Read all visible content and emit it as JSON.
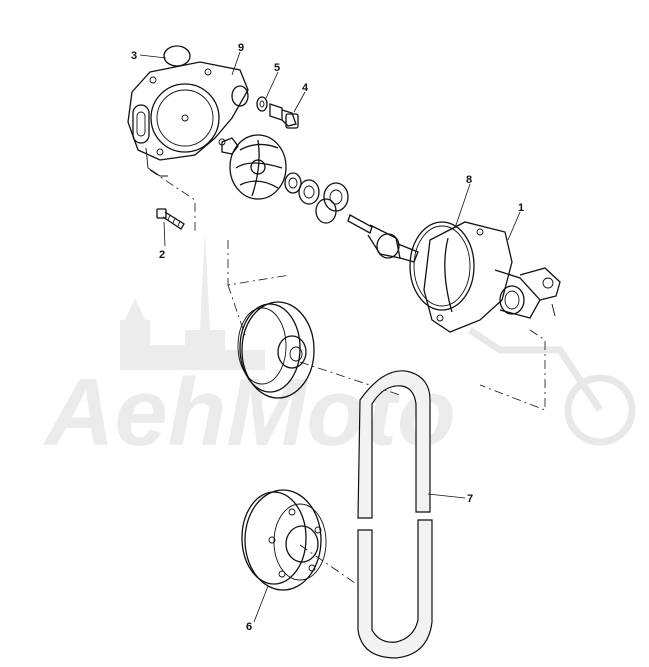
{
  "watermark": {
    "text": "AehMoto"
  },
  "callouts": {
    "c1": "1",
    "c2": "2",
    "c3": "3",
    "c4": "4",
    "c5": "5",
    "c6": "6",
    "c7": "7",
    "c8": "8",
    "c9": "9"
  }
}
